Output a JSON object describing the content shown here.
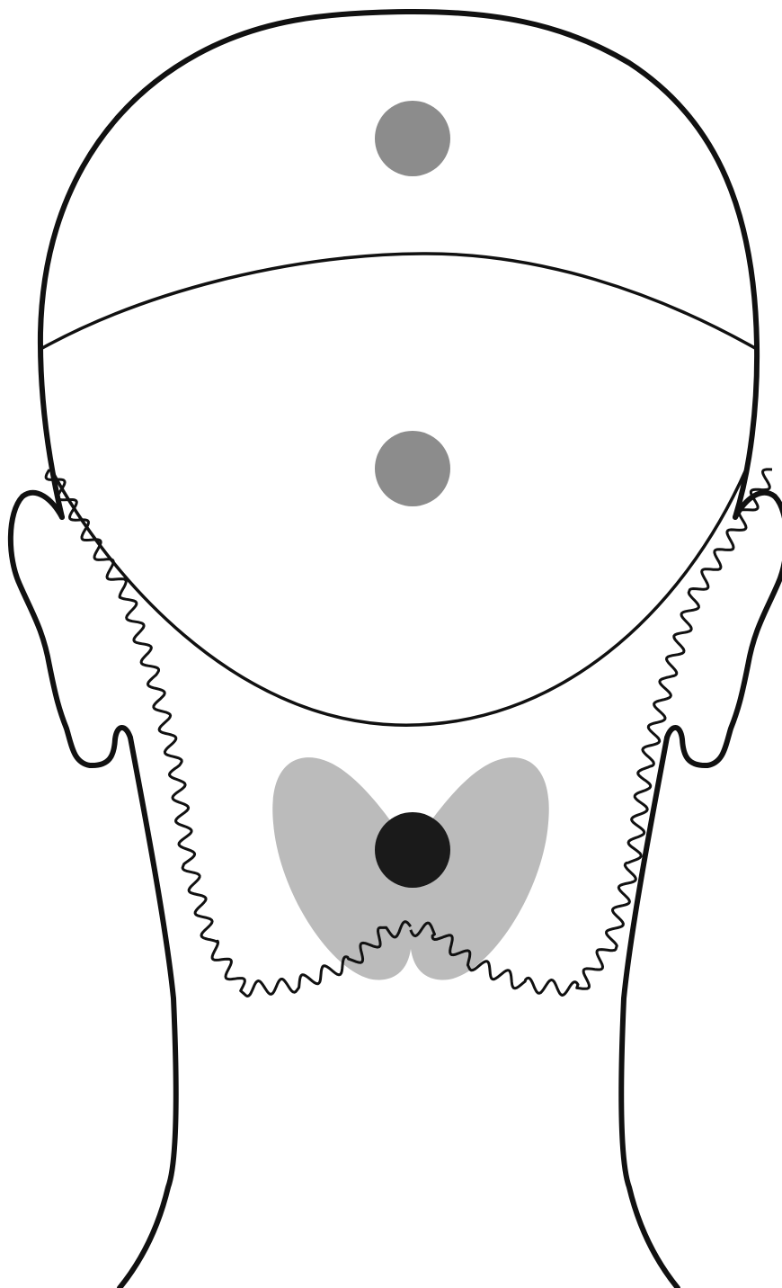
{
  "diagram": {
    "subject": "head-and-neck-back-view",
    "colors": {
      "background": "#ffffff",
      "outline": "#111111",
      "marker_gray": "#8c8c8c",
      "marker_dark": "#1a1a1a",
      "lobes": "#bbbbbb"
    },
    "markers": [
      {
        "id": "upper",
        "tone": "gray"
      },
      {
        "id": "middle",
        "tone": "gray"
      },
      {
        "id": "lower",
        "tone": "dark"
      }
    ],
    "wavy_lines": [
      "left",
      "right"
    ]
  }
}
